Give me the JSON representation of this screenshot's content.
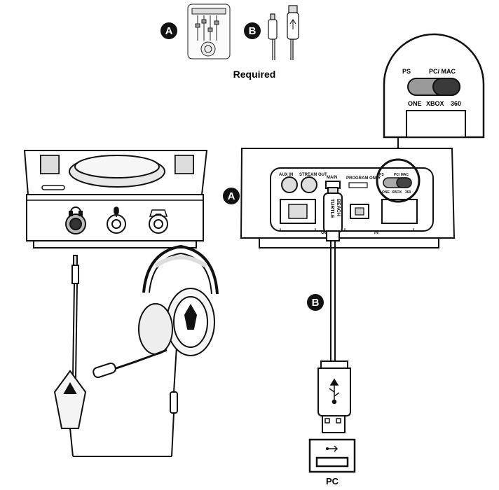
{
  "required_label": "Required",
  "badges": {
    "a": "A",
    "b": "B"
  },
  "switch": {
    "top_left": "PS",
    "top_right": "PC/ MAC",
    "bottom_left": "ONE",
    "bottom_mid": "XBOX",
    "bottom_right": "360"
  },
  "ports": {
    "aux_in": "AUX IN",
    "stream_out": "STREAM OUT",
    "main": "MAIN",
    "program_only": "PROGRAM ONLY",
    "out": "OUT",
    "in": "IN"
  },
  "cable_brand": [
    "TURTLE",
    "BEACH"
  ],
  "pc_label": "PC",
  "icons": [
    "headphone-icon",
    "mic-icon",
    "gamepad-icon",
    "usb-icon"
  ]
}
